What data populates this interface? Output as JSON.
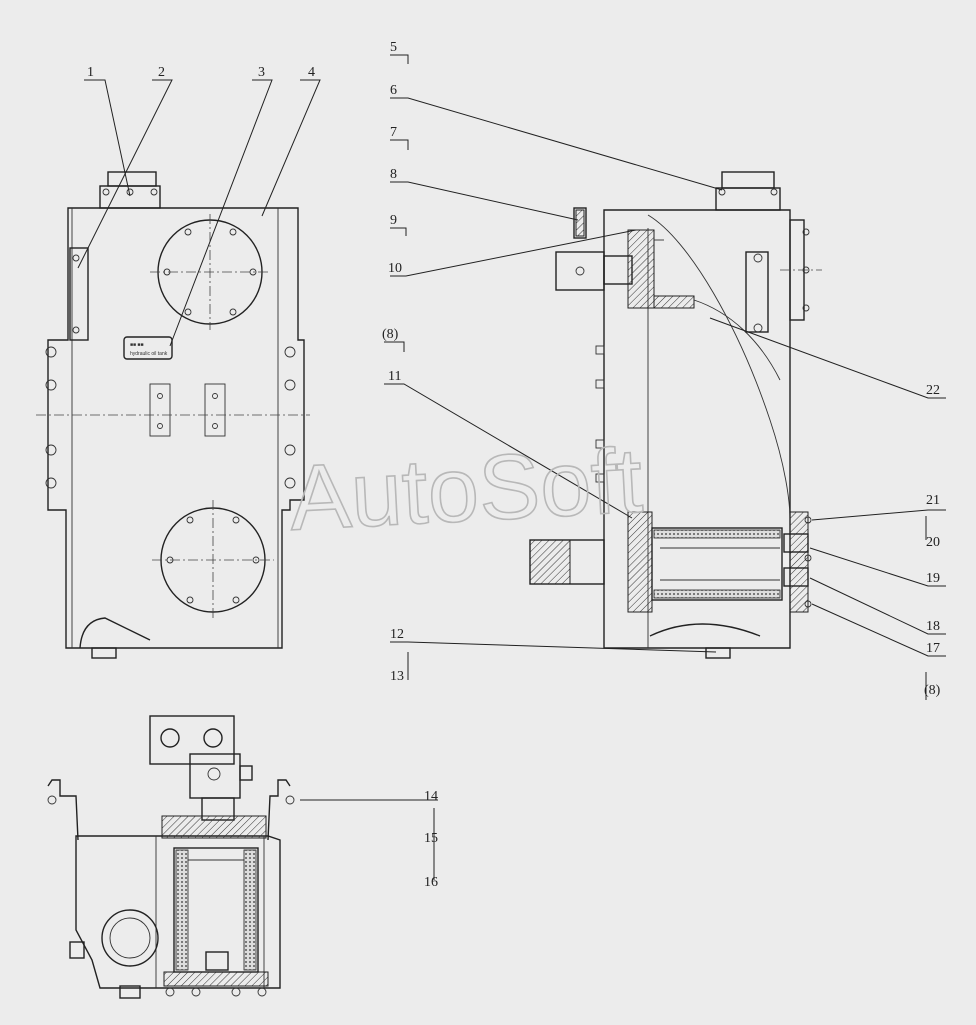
{
  "callouts": {
    "c1": "1",
    "c2": "2",
    "c3": "3",
    "c4": "4",
    "c5": "5",
    "c6": "6",
    "c7": "7",
    "c8": "8",
    "c9": "9",
    "c10": "10",
    "c8b": "(8)",
    "c11": "11",
    "c22": "22",
    "c21": "21",
    "c20": "20",
    "c19": "19",
    "c18": "18",
    "c17": "17",
    "c8c": "(8)",
    "c12": "12",
    "c13": "13",
    "c14": "14",
    "c15": "15",
    "c16": "16"
  },
  "watermark": "AutoSoft",
  "colors": {
    "line": "#222222",
    "background": "#ececec",
    "watermark": "#b8b8b8"
  }
}
